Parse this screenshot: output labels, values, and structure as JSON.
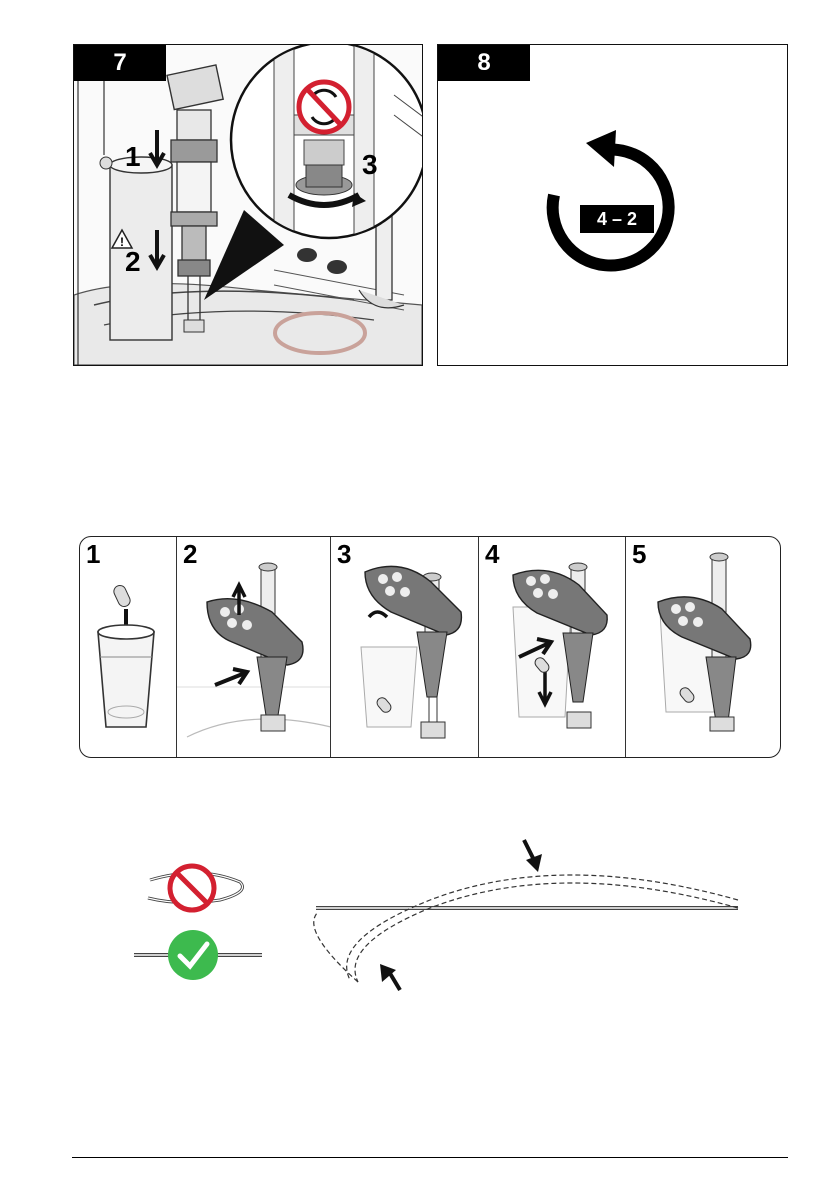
{
  "figure_top": {
    "panels": [
      {
        "step": "7",
        "callouts": [
          "1",
          "2",
          "3"
        ]
      },
      {
        "step": "8",
        "cycle_label": "4 – 2"
      }
    ]
  },
  "figure_strip": {
    "steps": [
      "1",
      "2",
      "3",
      "4",
      "5"
    ]
  },
  "figure_bottom": {
    "icons": [
      "prohibited-icon",
      "approved-check-icon"
    ]
  },
  "colors": {
    "prohibited": "#d32030",
    "approved": "#3dba4e",
    "ring": "#c9a29a"
  }
}
